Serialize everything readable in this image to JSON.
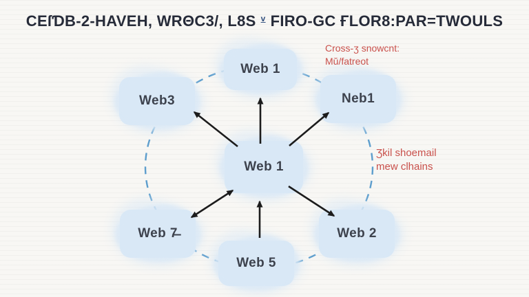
{
  "title": {
    "part1": "CEſƊB-2-HAVEH, WRΘC3/, L8S",
    "symbol": "v",
    "part2": "FIRO-GC ҒLOR8:PAR=TWOULS"
  },
  "annotations": {
    "top_right": {
      "line1": "Cross-ʒ snowcnt:",
      "line2": "Mŭ/fatreot"
    },
    "mid_right": {
      "line1": "Ʒkil shoemail",
      "line2": "mew clhains"
    }
  },
  "nodes": [
    {
      "id": "hub",
      "label": "Web 1",
      "position": "center"
    },
    {
      "id": "top",
      "label": "Web 1",
      "position": "top"
    },
    {
      "id": "top-left",
      "label": "Web3",
      "position": "top-left"
    },
    {
      "id": "top-right",
      "label": "Neb1",
      "position": "top-right"
    },
    {
      "id": "bottom-left",
      "label": "Web 7̶",
      "position": "bottom-left"
    },
    {
      "id": "bottom-mid",
      "label": "Web 5",
      "position": "bottom-mid"
    },
    {
      "id": "bottom-right",
      "label": "Web 2",
      "position": "bottom-right"
    }
  ],
  "edges": [
    {
      "from": "hub",
      "to": "top",
      "style": "arrow"
    },
    {
      "from": "hub",
      "to": "top-left",
      "style": "arrow"
    },
    {
      "from": "hub",
      "to": "top-right",
      "style": "arrow"
    },
    {
      "from": "hub",
      "to": "bottom-left",
      "style": "double-arrow"
    },
    {
      "from": "hub",
      "to": "bottom-right",
      "style": "arrow"
    },
    {
      "from": "bottom-mid",
      "to": "hub",
      "style": "arrow"
    },
    {
      "ring": "dashed-circle",
      "through": "all outer nodes"
    }
  ],
  "colors": {
    "background": "#f8f7f4",
    "node_fill": "#d9e8f6",
    "node_text": "#3d424d",
    "title_color": "#262b39",
    "annotation_red": "#c9504b",
    "circle_blue": "#4b94c9",
    "arrow_black": "#1c1c1c"
  }
}
